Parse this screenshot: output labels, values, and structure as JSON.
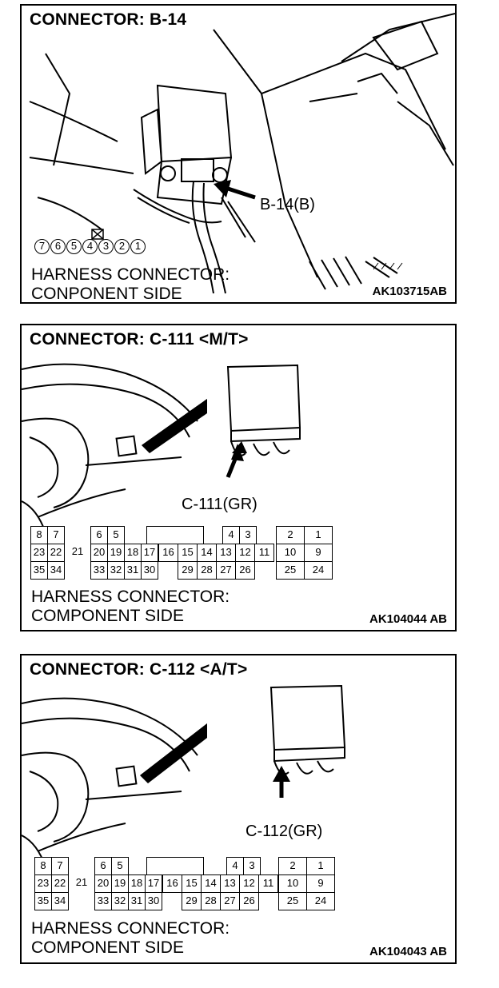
{
  "panels": [
    {
      "title": "CONNECTOR: B-14",
      "callout": "B-14(B)",
      "pins": [
        "7",
        "6",
        "5",
        "4",
        "3",
        "2",
        "1"
      ],
      "caption_line1": "HARNESS CONNECTOR:",
      "caption_line2": "CONPONENT SIDE",
      "code": "AK103715AB"
    },
    {
      "title": "CONNECTOR: C-111 <M/T>",
      "callout": "C-111(GR)",
      "grid": {
        "row1": [
          "8",
          "7",
          "6",
          "5",
          "4",
          "3",
          "2",
          "1"
        ],
        "row2": [
          "23",
          "22",
          "21",
          "20",
          "19",
          "18",
          "17",
          "16",
          "15",
          "14",
          "13",
          "12",
          "11",
          "10",
          "9"
        ],
        "row3": [
          "35",
          "34",
          "33",
          "32",
          "31",
          "30",
          "29",
          "28",
          "27",
          "26",
          "25",
          "24"
        ]
      },
      "caption_line1": "HARNESS CONNECTOR:",
      "caption_line2": "COMPONENT SIDE",
      "code": "AK104044 AB"
    },
    {
      "title": "CONNECTOR: C-112 <A/T>",
      "callout": "C-112(GR)",
      "grid": {
        "row1": [
          "8",
          "7",
          "6",
          "5",
          "4",
          "3",
          "2",
          "1"
        ],
        "row2": [
          "23",
          "22",
          "21",
          "20",
          "19",
          "18",
          "17",
          "16",
          "15",
          "14",
          "13",
          "12",
          "11",
          "10",
          "9"
        ],
        "row3": [
          "35",
          "34",
          "33",
          "32",
          "31",
          "30",
          "29",
          "28",
          "27",
          "26",
          "25",
          "24"
        ]
      },
      "caption_line1": "HARNESS CONNECTOR:",
      "caption_line2": "COMPONENT SIDE",
      "code": "AK104043 AB"
    }
  ]
}
